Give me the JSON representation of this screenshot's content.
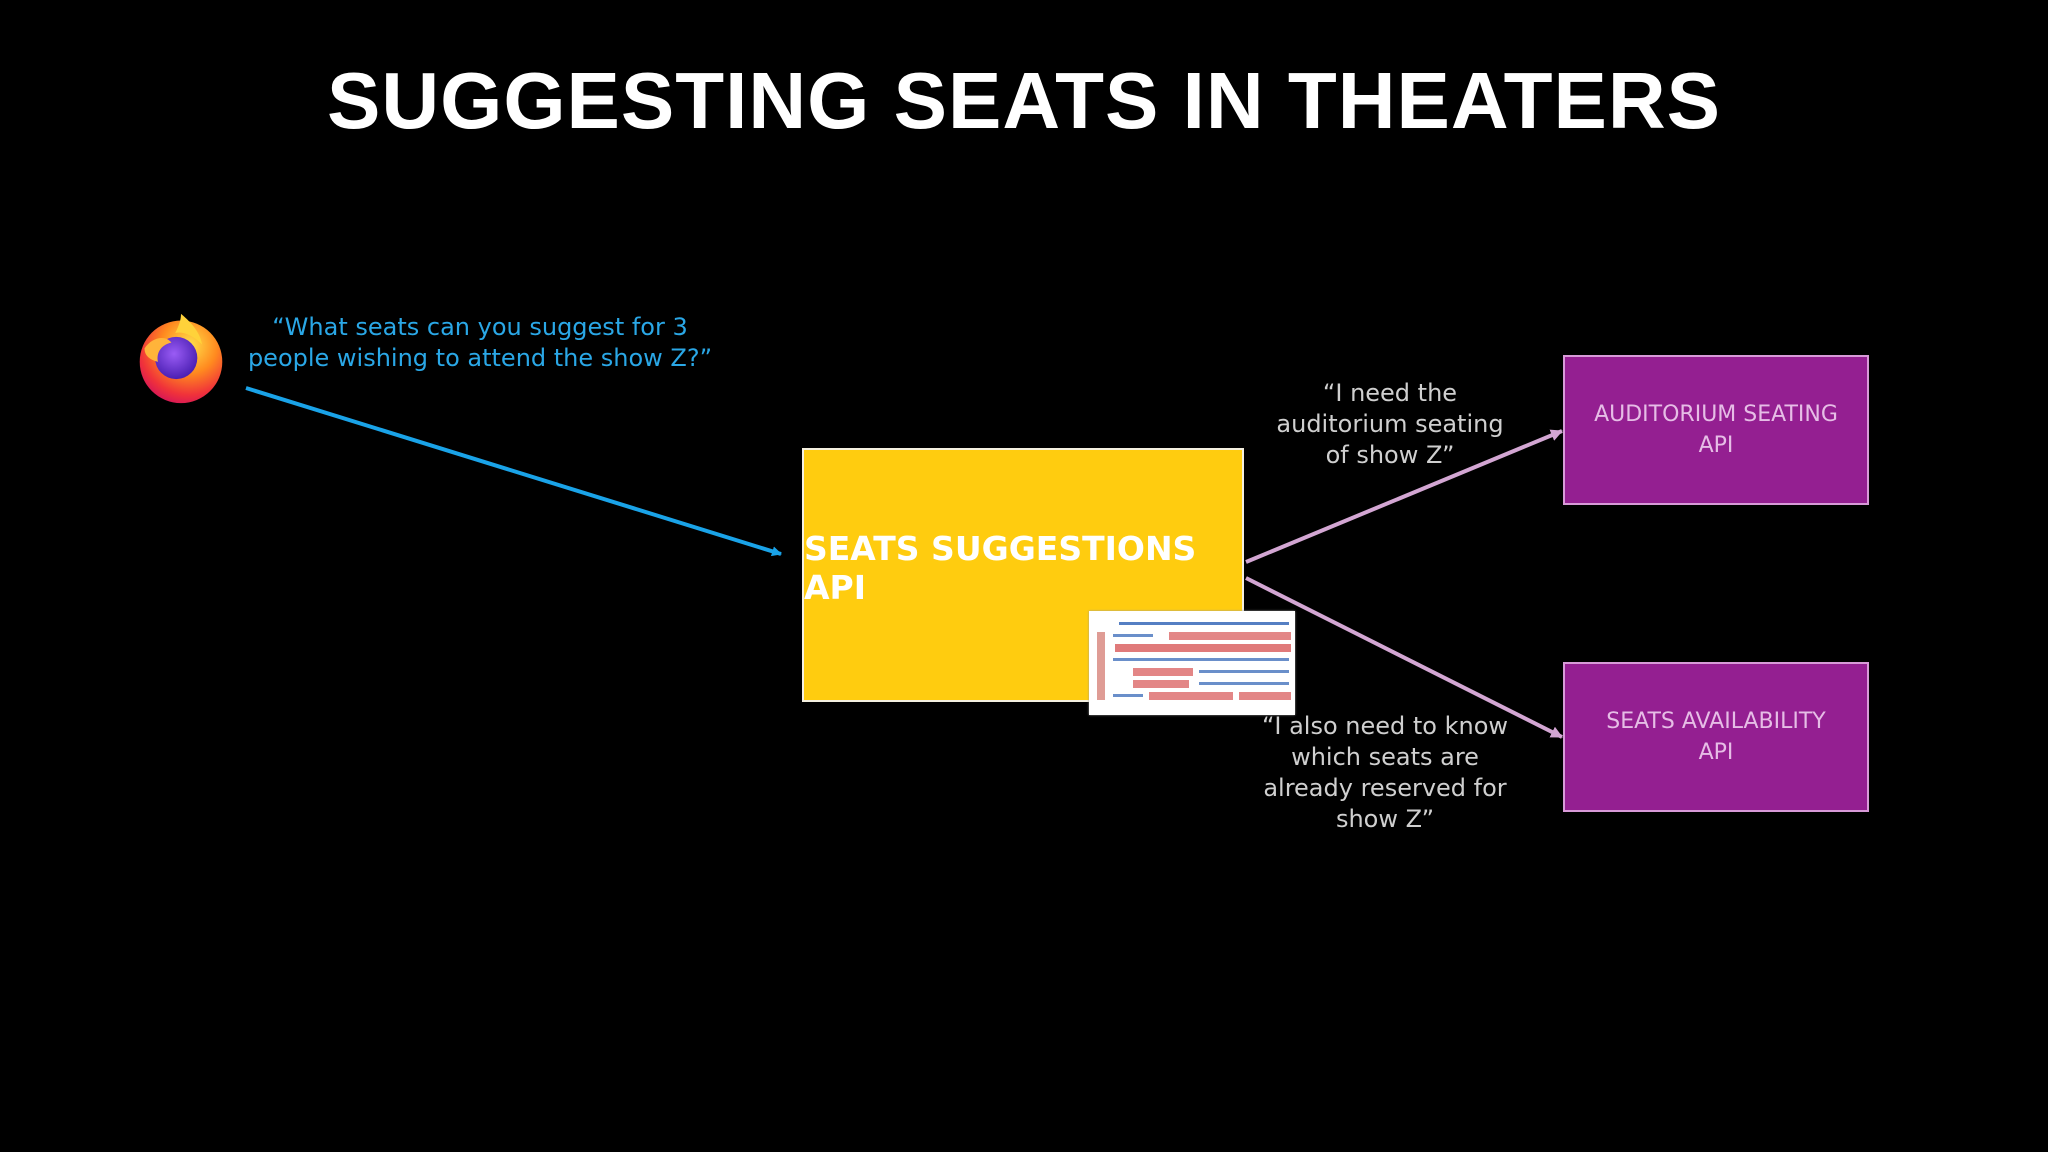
{
  "title": "SUGGESTING SEATS IN THEATERS",
  "client": {
    "icon": "firefox-icon"
  },
  "messages": {
    "user_request": "“What seats can you suggest for 3 people wishing to attend the show Z?”",
    "seating_request": "“I need the auditorium seating of show Z”",
    "availability_request": "“I also need to know which seats are already reserved for show Z”"
  },
  "boxes": {
    "main": "SEATS SUGGESTIONS API",
    "seating": "AUDITORIUM SEATING\nAPI",
    "availability": "SEATS AVAILABILITY\nAPI"
  },
  "colors": {
    "main_box": "#ffcc0f",
    "api_box": "#941f91",
    "user_arrow": "#1aa3e8",
    "api_arrow": "#d3a6d3"
  }
}
